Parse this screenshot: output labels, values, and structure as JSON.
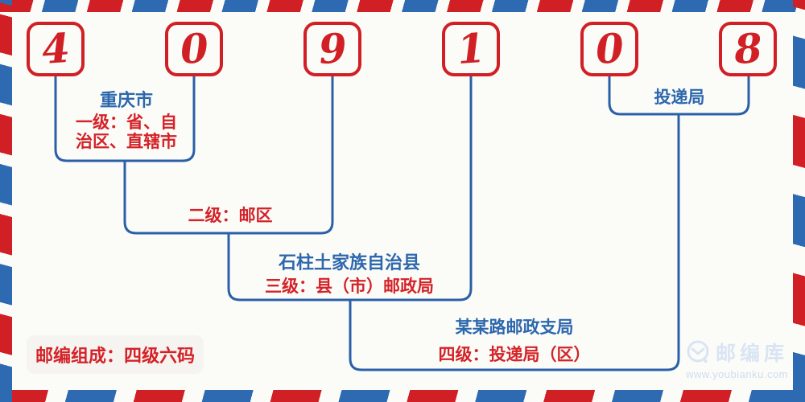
{
  "postal_code": {
    "digits": [
      "4",
      "0",
      "9",
      "1",
      "0",
      "8"
    ]
  },
  "levels": [
    {
      "place": "重庆市",
      "desc_line1": "一级：省、自",
      "desc_line2": "治区、直辖市"
    },
    {
      "desc": "二级：邮区"
    },
    {
      "place": "石柱土家族自治县",
      "desc": "三级：县（市）邮政局"
    },
    {
      "place": "某某路邮政支局",
      "desc": "四级：投递局（区）"
    }
  ],
  "delivery_label": "投递局",
  "footer": {
    "composition": "邮编组成：四级六码"
  },
  "branding": {
    "site_name": "邮编库",
    "site_url": "www.youbianku.com",
    "logo_icon": "envelope-in-circle-icon"
  },
  "colors": {
    "stripe_red": "#d11f26",
    "stripe_blue": "#2e6ab2",
    "text_red": "#d42228",
    "text_blue": "#2d67ad",
    "line_blue": "#2b5fa7",
    "brand_light_blue": "#d9e4f4",
    "background": "#fbfcf8"
  }
}
